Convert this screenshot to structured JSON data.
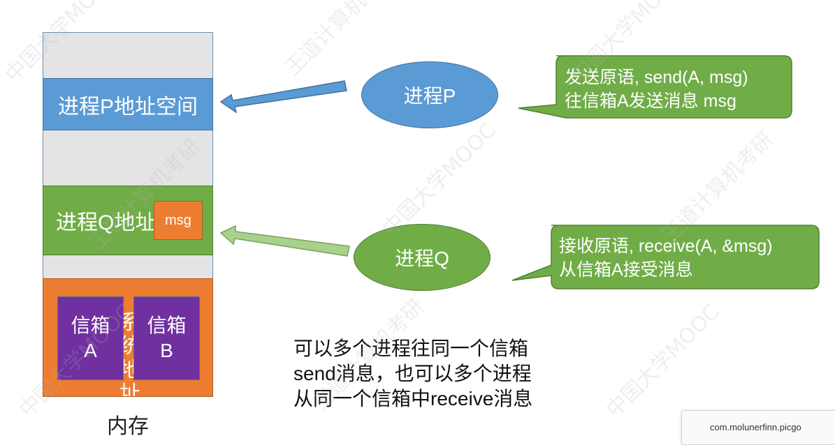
{
  "memory": {
    "process_p_segment": "进程P地址空间",
    "process_q_segment": "进程Q地址",
    "msg_label": "msg",
    "os_segment_partial": "系统\n地址",
    "mailbox_a": {
      "line1": "信箱",
      "line2": "A"
    },
    "mailbox_b": {
      "line1": "信箱",
      "line2": "B"
    },
    "label": "内存"
  },
  "processes": {
    "p": "进程P",
    "q": "进程Q"
  },
  "callouts": {
    "send": {
      "line1": "发送原语, send(A, msg)",
      "line2": "往信箱A发送消息 msg"
    },
    "receive": {
      "line1": "接收原语, receive(A, &msg)",
      "line2": "从信箱A接受消息"
    }
  },
  "note": {
    "line1": "可以多个进程往同一个信箱",
    "line2": "send消息，也可以多个进程",
    "line3": "从同一个信箱中receive消息"
  },
  "badge": "com.molunerfinn.picgo",
  "watermark_lines": [
    "中国大学MOOC",
    "王道计算机考研"
  ],
  "colors": {
    "blue": "#5b9bd5",
    "green": "#70ad47",
    "orange": "#ed7d31",
    "purple": "#7030a0",
    "light_green": "#a9d18e",
    "memory_gray": "#e4e4e4"
  }
}
